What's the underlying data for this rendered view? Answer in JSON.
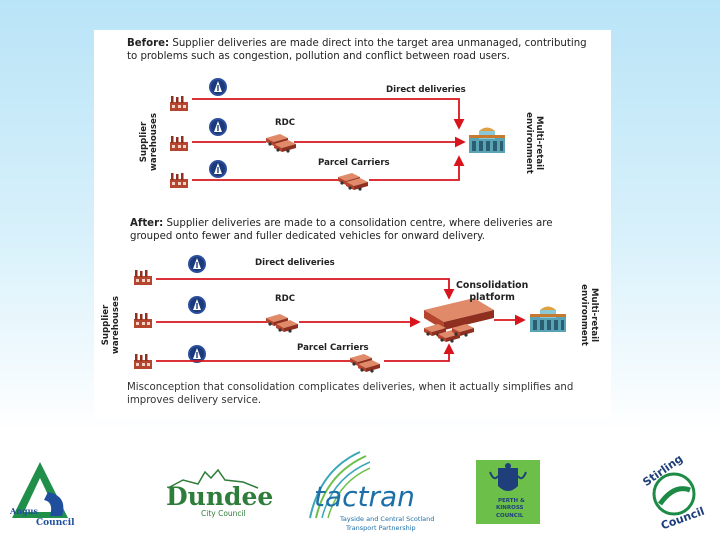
{
  "before": {
    "caption_bold": "Before:",
    "caption_line1": " Supplier deliveries are made direct into the target area unmanaged, contributing",
    "caption_line2": "to problems such as congestion, pollution and conflict between road users.",
    "direct_label": "Direct deliveries",
    "rdc_label": "RDC",
    "parcel_label": "Parcel Carriers",
    "warehouses_line1": "Supplier",
    "warehouses_line2": "warehouses",
    "retail_line1": "Multi-retail",
    "retail_line2": "environment"
  },
  "after": {
    "caption_bold": "After:",
    "caption_line1": " Supplier deliveries are made to a consolidation centre, where deliveries are",
    "caption_line2": "grouped onto fewer and fuller dedicated vehicles for onward delivery.",
    "direct_label": "Direct deliveries",
    "rdc_label": "RDC",
    "parcel_label": "Parcel Carriers",
    "consolidation_line1": "Consolidation",
    "consolidation_line2": "platform",
    "warehouses_line1": "Supplier",
    "warehouses_line2": "warehouses",
    "retail_line1": "Multi-retail",
    "retail_line2": "environment"
  },
  "footer_note_line1": "Misconception that consolidation complicates deliveries, when it actually simplifies and",
  "footer_note_line2": "improves delivery service.",
  "logos": {
    "angus_line1": "Angus",
    "angus_line2": "Council",
    "dundee_name": "Dundee",
    "dundee_sub": "City Council",
    "tactran_name": "tactran",
    "tactran_sub1": "Tayside and Central Scotland",
    "tactran_sub2": "Transport Partnership",
    "perth_line1": "PERTH &",
    "perth_line2": "KINROSS",
    "perth_line3": "COUNCIL",
    "stirling_name": "Stirling",
    "stirling_council": "Council"
  },
  "colors": {
    "arrow_red": "#d8141c",
    "factory": "#b5452f",
    "truck": "#c65a3a",
    "info_icon": "#2b4f9c",
    "angus_green": "#1f8f4a",
    "dundee_green": "#2e7d3a",
    "tactran_teal": "#3aa7b8",
    "perth_green": "#6cc04a",
    "stirling_green": "#1d8a45"
  }
}
